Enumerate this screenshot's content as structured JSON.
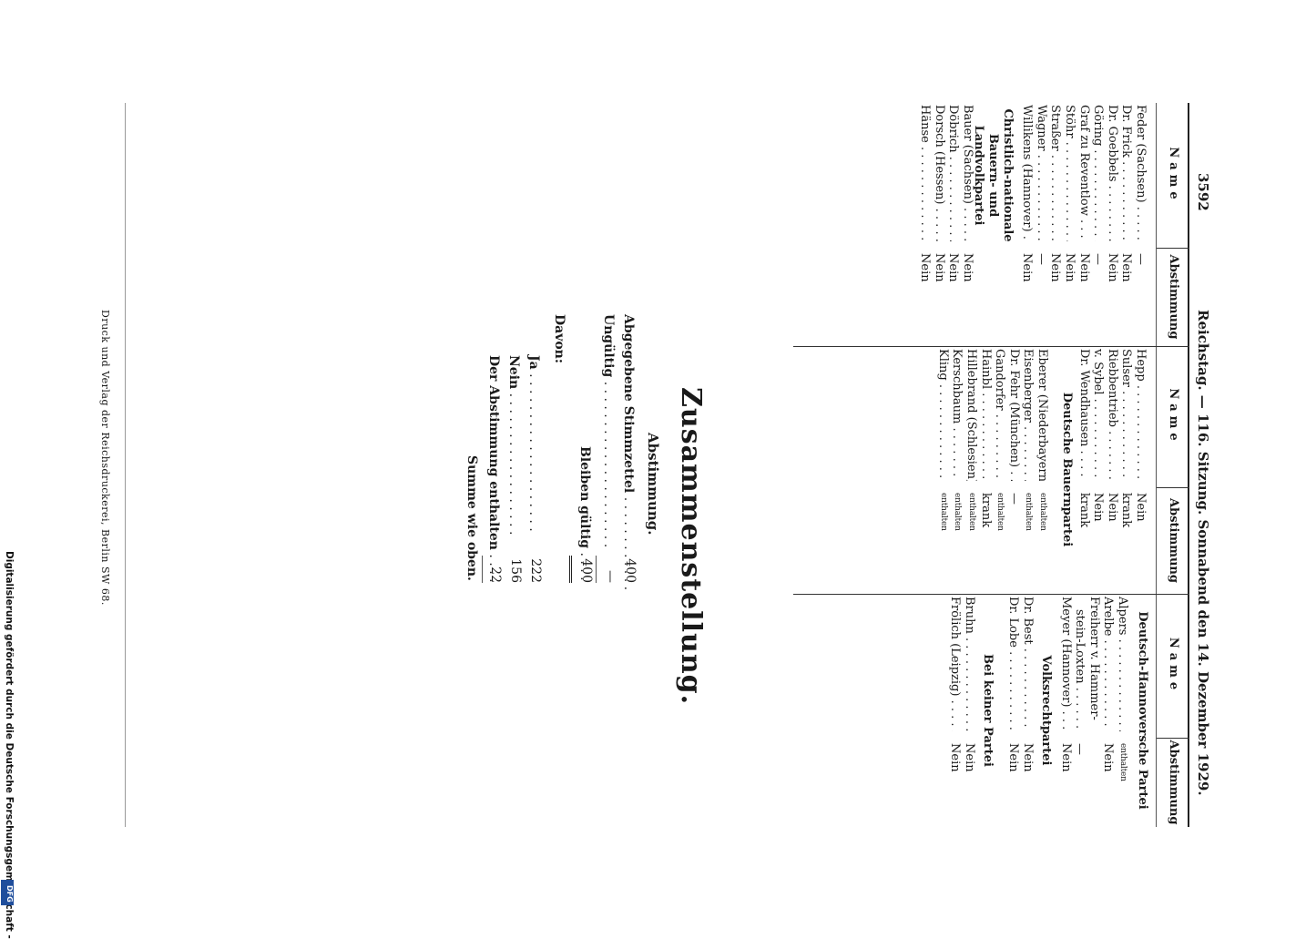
{
  "header": {
    "page_number": "3592",
    "title": "Reichstag. — 116. Sitzung. Sonnabend den 14. Dezember 1929."
  },
  "columns": {
    "name_header": "Name",
    "vote_header": "Abstimmung"
  },
  "col1": {
    "rows": [
      {
        "name": "Feder (Sachsen)",
        "vote": "—"
      },
      {
        "name": "Dr. Frick",
        "vote": "Nein"
      },
      {
        "name": "Dr. Goebbels",
        "vote": "Nein"
      },
      {
        "name": "Göring",
        "vote": "—"
      },
      {
        "name": "Graf zu Reventlow",
        "vote": "Nein"
      },
      {
        "name": "Stöhr",
        "vote": "Nein"
      },
      {
        "name": "Straßer",
        "vote": "Nein"
      },
      {
        "name": "Wagner",
        "vote": "—"
      },
      {
        "name": "Willikens (Hannover)",
        "vote": "Nein"
      }
    ],
    "party2": "Christlich-nationale Bauern- und Landvolkpartei",
    "rows2": [
      {
        "name": "Bauer (Sachsen)",
        "vote": "Nein"
      },
      {
        "name": "Döbrich",
        "vote": "Nein"
      },
      {
        "name": "Dorsch (Hessen)",
        "vote": "Nein"
      },
      {
        "name": "Hänse",
        "vote": "Nein"
      }
    ]
  },
  "col2": {
    "rows": [
      {
        "name": "Hepp",
        "vote": "Nein"
      },
      {
        "name": "Sulser",
        "vote": "krank"
      },
      {
        "name": "Riebbentrieb",
        "vote": "Nein"
      },
      {
        "name": "v. Sybel",
        "vote": "Nein"
      },
      {
        "name": "Dr. Wendhausen",
        "vote": "krank"
      }
    ],
    "party2": "Deutsche Bauernpartei",
    "rows2": [
      {
        "name": "Eberer (Niederbayern)",
        "vote": "enthalten"
      },
      {
        "name": "Eisenberger",
        "vote": "enthalten"
      },
      {
        "name": "Dr. Fehr (München)",
        "vote": "—"
      },
      {
        "name": "Gandorfer",
        "vote": "enthalten"
      },
      {
        "name": "Hainbl",
        "vote": "krank"
      },
      {
        "name": "Hillebrand (Schlesien)",
        "vote": "enthalten"
      },
      {
        "name": "Kerschbaum",
        "vote": "enthalten"
      },
      {
        "name": "Kling",
        "vote": "enthalten"
      }
    ]
  },
  "col3": {
    "party1": "Deutsch-Hannoversche Partei",
    "rows": [
      {
        "name": "Alpers",
        "vote": "enthalten"
      },
      {
        "name": "Arelbe",
        "vote": "Nein"
      },
      {
        "name": "Freiherr v. Hammer-",
        "vote": ""
      },
      {
        "name": "stein-Loxten",
        "vote": "—"
      },
      {
        "name": "Meyer (Hannover)",
        "vote": "Nein"
      }
    ],
    "party2": "Volksrechtpartei",
    "rows2": [
      {
        "name": "Dr. Best",
        "vote": "Nein"
      },
      {
        "name": "Dr. Lobe",
        "vote": "Nein"
      }
    ],
    "party3": "Bei keiner Partei",
    "rows3": [
      {
        "name": "Bruhn",
        "vote": "Nein"
      },
      {
        "name": "Frölich (Leipzig)",
        "vote": "Nein"
      }
    ]
  },
  "summary": {
    "title": "Zusammenstellung.",
    "subtitle": "Abstimmung.",
    "abgegeben_label": "Abgegebene Stimmzettel",
    "abgegeben_value": "400",
    "ungueltig_label": "Ungültig",
    "ungueltig_value": "—",
    "gueltig_label": "Bleiben gültig",
    "gueltig_value": "400",
    "davon_label": "Davon:",
    "ja_label": "Ja",
    "ja_value": "222",
    "nein_label": "Nein",
    "nein_value": "156",
    "enthalten_label": "Der Abstimmung enthalten",
    "enthalten_value": "22",
    "summe_label": "Summe wie oben."
  },
  "footer": {
    "printer": "Druck und Verlag der Reichsdruckerei, Berlin SW 68."
  },
  "sidebar": {
    "text": "Digitalisierung gefördert durch die Deutsche Forschungsgemeinschaft -",
    "logo": "DFG"
  },
  "vote_values_chart": {
    "enthalten_count": 22
  }
}
